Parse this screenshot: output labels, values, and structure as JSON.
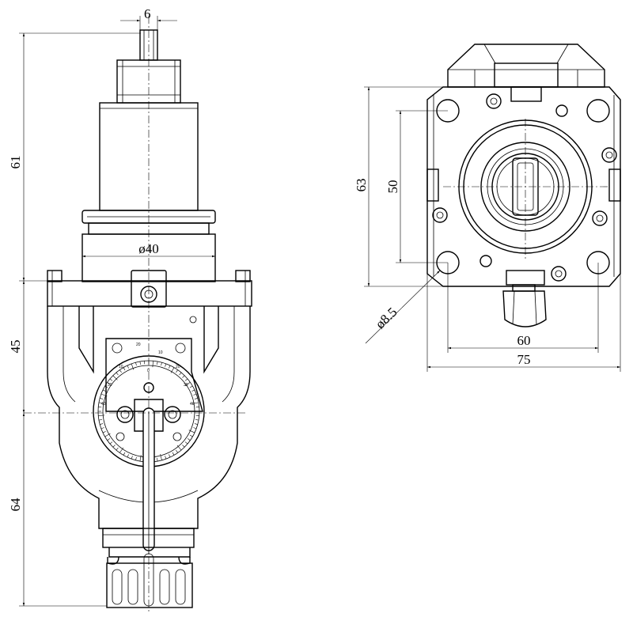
{
  "dimensions": {
    "top_width": "6",
    "height_top": "61",
    "height_mid": "45",
    "height_bottom": "64",
    "bore_dia": "ø40",
    "flange_height": "63",
    "bolt_vertical": "50",
    "bolt_hole_dia": "ø8.5",
    "bolt_horizontal": "60",
    "flange_width": "75"
  },
  "dial": {
    "scale_marks": [
      "20",
      "10",
      "0",
      "10",
      "20",
      "30",
      "30",
      "40",
      "40"
    ]
  }
}
